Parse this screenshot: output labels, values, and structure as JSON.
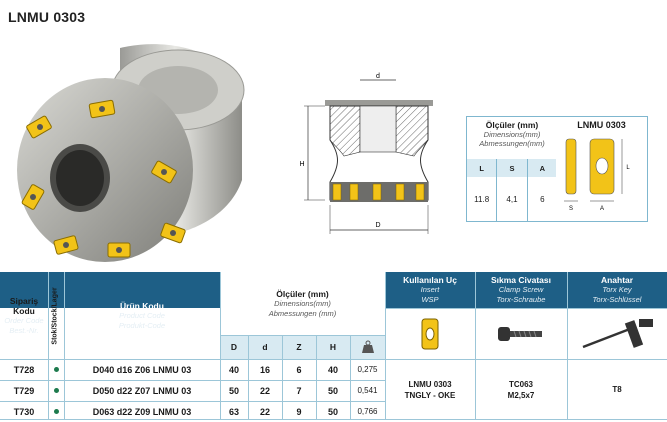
{
  "title": "LNMU 0303",
  "drawing": {
    "label_d": "d",
    "label_h": "H",
    "label_D": "D"
  },
  "dimbox": {
    "title": "Ölçüler (mm)",
    "subtitle_en": "Dimensions(mm)",
    "subtitle_de": "Abmessungen(mm)",
    "cols": [
      "L",
      "S",
      "A"
    ],
    "vals": [
      "11.8",
      "4,1",
      "6"
    ]
  },
  "insert_box": {
    "title": "LNMU 0303",
    "label_a": "A",
    "label_s": "S",
    "label_l": "L"
  },
  "table": {
    "siparis": {
      "tr": "Sipariş Kodu",
      "en": "Order Code",
      "de": "Best.-Nr."
    },
    "stok": "Stok/Stock/Lager",
    "urun": {
      "tr": "Ürün Kodu",
      "en": "Product Code",
      "de": "Produkt-Code"
    },
    "olculer": {
      "tr": "Ölçüler (mm)",
      "en": "Dimensions(mm)",
      "de": "Abmessungen (mm)"
    },
    "dim_cols": [
      "D",
      "d",
      "Z",
      "H"
    ],
    "kullanilan": {
      "tr": "Kullanılan Uç",
      "en": "Insert",
      "de": "WSP"
    },
    "sikma": {
      "tr": "Sıkma Civatası",
      "en": "Clamp Screw",
      "de": "Torx-Schraube"
    },
    "anahtar": {
      "tr": "Anahtar",
      "en": "Torx Key",
      "de": "Torx-Schlüssel"
    },
    "rows": [
      {
        "code": "T728",
        "product": "D040 d16 Z06 LNMU 03",
        "D": "40",
        "d": "16",
        "Z": "6",
        "H": "40",
        "kg": "0,275"
      },
      {
        "code": "T729",
        "product": "D050 d22 Z07 LNMU 03",
        "D": "50",
        "d": "22",
        "Z": "7",
        "H": "50",
        "kg": "0,541"
      },
      {
        "code": "T730",
        "product": "D063 d22 Z09 LNMU 03",
        "D": "63",
        "d": "22",
        "Z": "9",
        "H": "50",
        "kg": "0,766"
      }
    ],
    "insert_code": "LNMU 0303",
    "insert_alt": "TNGLY - OKE",
    "screw_code": "TC063",
    "screw_size": "M2,5x7",
    "key": "T8"
  },
  "colors": {
    "header_dark": "#1e5f86",
    "header_light": "#d8eaf2",
    "line": "#9cc6d8",
    "stock_dot": "#1d7a4d",
    "insert_yellow": "#f2c318"
  }
}
